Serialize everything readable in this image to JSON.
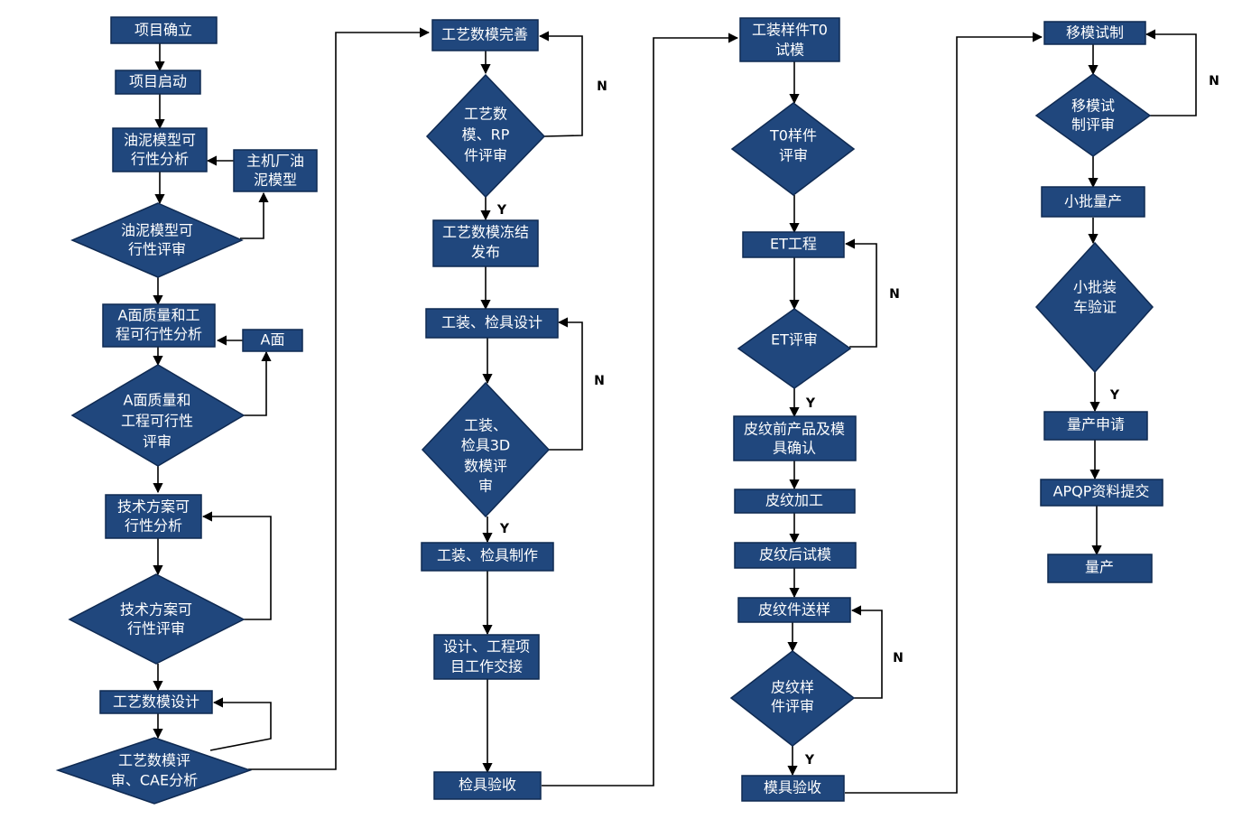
{
  "nodes": {
    "project_confirm": "项目确立",
    "project_start": "项目启动",
    "clay_model_analysis": [
      "油泥模型可",
      "行性分析"
    ],
    "oem_clay_model": [
      "主机厂油",
      "泥模型"
    ],
    "clay_model_review": [
      "油泥模型可",
      "行性评审"
    ],
    "a_surface_analysis": [
      "A面质量和工",
      "程可行性分析"
    ],
    "a_surface": "A面",
    "a_surface_review": [
      "A面质量和",
      "工程可行性",
      "评审"
    ],
    "tech_plan_analysis": [
      "技术方案可",
      "行性分析"
    ],
    "tech_plan_review": [
      "技术方案可",
      "行性评审"
    ],
    "process_data_design": "工艺数模设计",
    "process_data_cae_review": [
      "工艺数模评",
      "审、CAE分析"
    ],
    "process_data_improve": "工艺数模完善",
    "process_data_rp_review": [
      "工艺数",
      "模、RP",
      "件评审"
    ],
    "process_data_freeze": [
      "工艺数模冻结",
      "发布"
    ],
    "fixture_gauge_design": "工装、检具设计",
    "fixture_gauge_3d_review": [
      "工装、",
      "检具3D",
      "数模评",
      "审"
    ],
    "fixture_gauge_make": "工装、检具制作",
    "design_handover": [
      "设计、工程项",
      "目工作交接"
    ],
    "gauge_acceptance": "检具验收",
    "t0_trial": [
      "工装样件T0",
      "试模"
    ],
    "t0_review": [
      "T0样件",
      "评审"
    ],
    "et_engineering": "ET工程",
    "et_review": "ET评审",
    "pre_grain_confirm": [
      "皮纹前产品及模",
      "具确认"
    ],
    "grain_processing": "皮纹加工",
    "post_grain_trial": "皮纹后试模",
    "grain_sample_delivery": "皮纹件送样",
    "grain_sample_review": [
      "皮纹样",
      "件评审"
    ],
    "mold_acceptance": "模具验收",
    "mold_transfer_trial": "移模试制",
    "mold_transfer_review": [
      "移模试",
      "制评审"
    ],
    "small_batch": "小批量产",
    "small_batch_vehicle": [
      "小批装",
      "车验证"
    ],
    "production_apply": "量产申请",
    "apqp_submit": "APQP资料提交",
    "mass_production": "量产"
  },
  "edge_labels": {
    "yes": "Y",
    "no": "N"
  },
  "colors": {
    "node_fill": "#20477d",
    "node_text": "#ffffff",
    "edge": "#000000"
  }
}
